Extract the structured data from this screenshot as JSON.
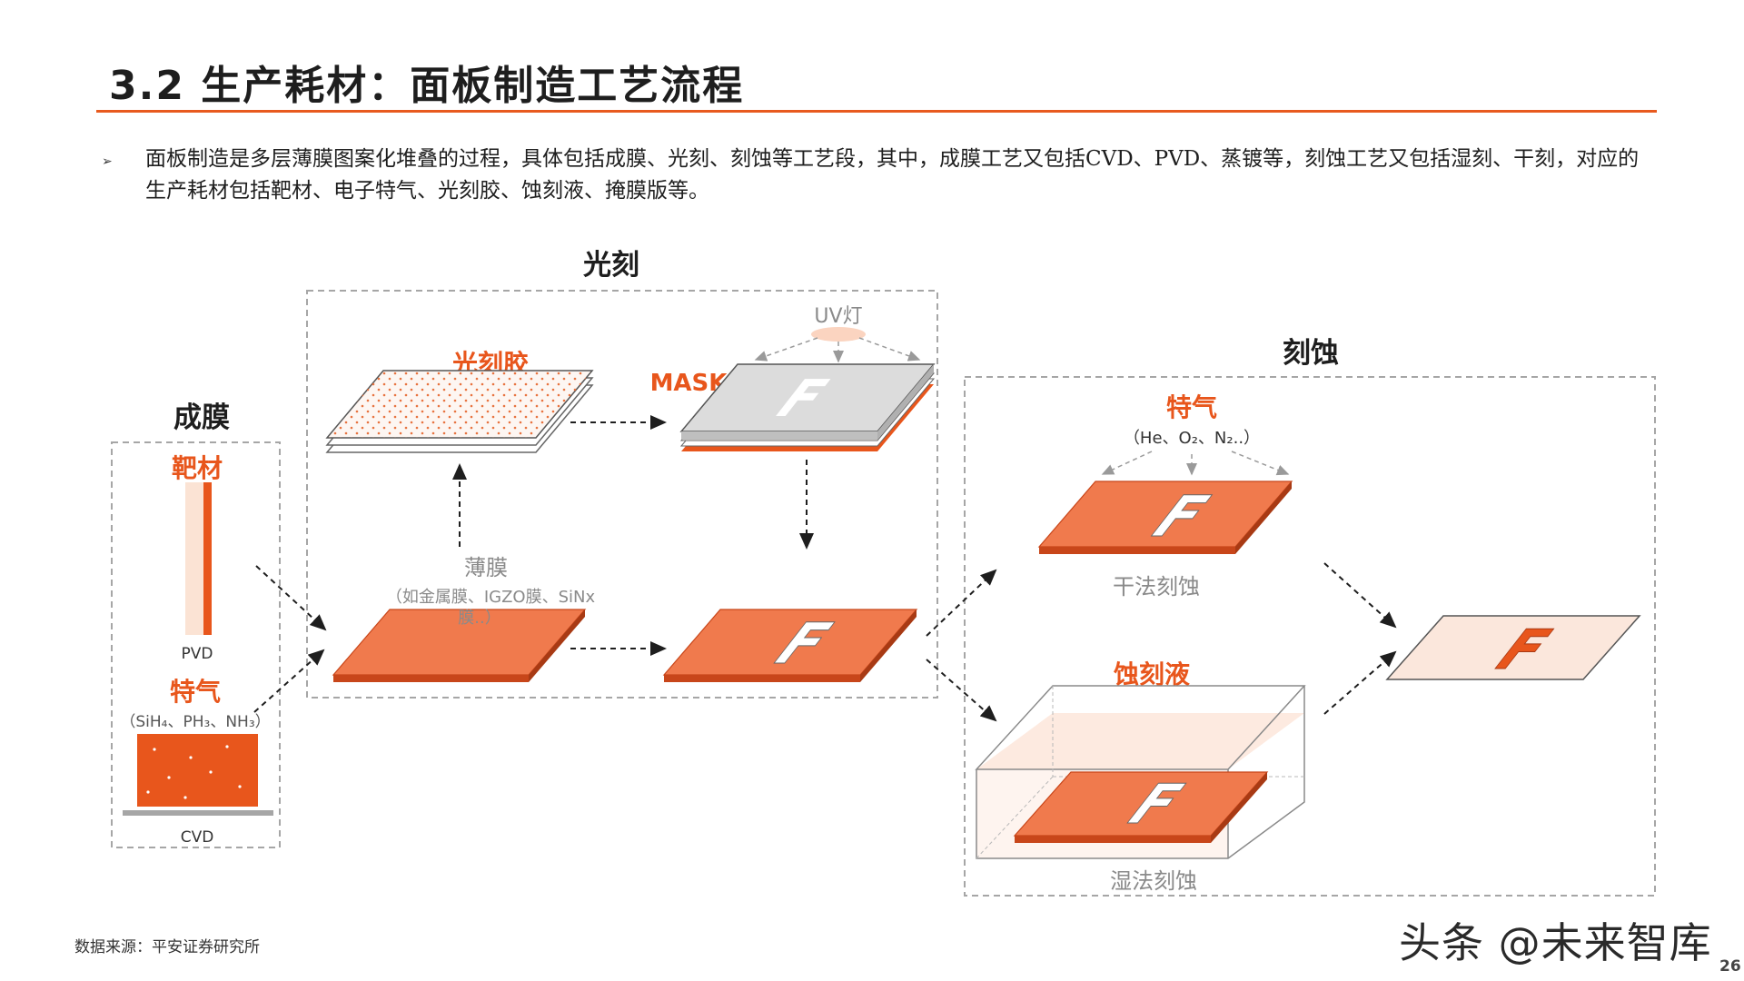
{
  "page": {
    "title": "3.2 生产耗材：面板制造工艺流程",
    "bullet": "面板制造是多层薄膜图案化堆叠的过程，具体包括成膜、光刻、刻蚀等工艺段，其中，成膜工艺又包括CVD、PVD、蒸镀等，刻蚀工艺又包括湿刻、干刻，对应的生产耗材包括靶材、电子特气、光刻胶、蚀刻液、掩膜版等。",
    "source": "数据来源：平安证券研究所",
    "watermark": "头条 @未来智库",
    "page_number": "26"
  },
  "diagram": {
    "film_section": {
      "title": "成膜",
      "target_label": "靶材",
      "pvd_label": "PVD",
      "gas_label": "特气",
      "gas_examples": "（SiH₄、PH₃、NH₃）",
      "cvd_label": "CVD"
    },
    "litho_section": {
      "title": "光刻",
      "photoresist_label": "光刻胶",
      "mask_label": "MASK",
      "uv_label": "UV灯",
      "thin_film_label": "薄膜",
      "thin_film_examples_1": "（如金属膜、IGZO膜、SiNx",
      "thin_film_examples_2": "膜..）",
      "pattern_letter": "F"
    },
    "etch_section": {
      "title": "刻蚀",
      "gas_label": "特气",
      "gas_examples": "（He、O₂、N₂..）",
      "dry_label": "干法刻蚀",
      "etchant_label": "蚀刻液",
      "wet_label": "湿法刻蚀"
    },
    "colors": {
      "accent": "#e8561c",
      "film_orange": "#f07a4d",
      "film_side": "#c8461a",
      "film_light": "#fbe7dc",
      "mask_gray": "#d9d9d9",
      "dashed_box": "#a6a6a6"
    }
  }
}
